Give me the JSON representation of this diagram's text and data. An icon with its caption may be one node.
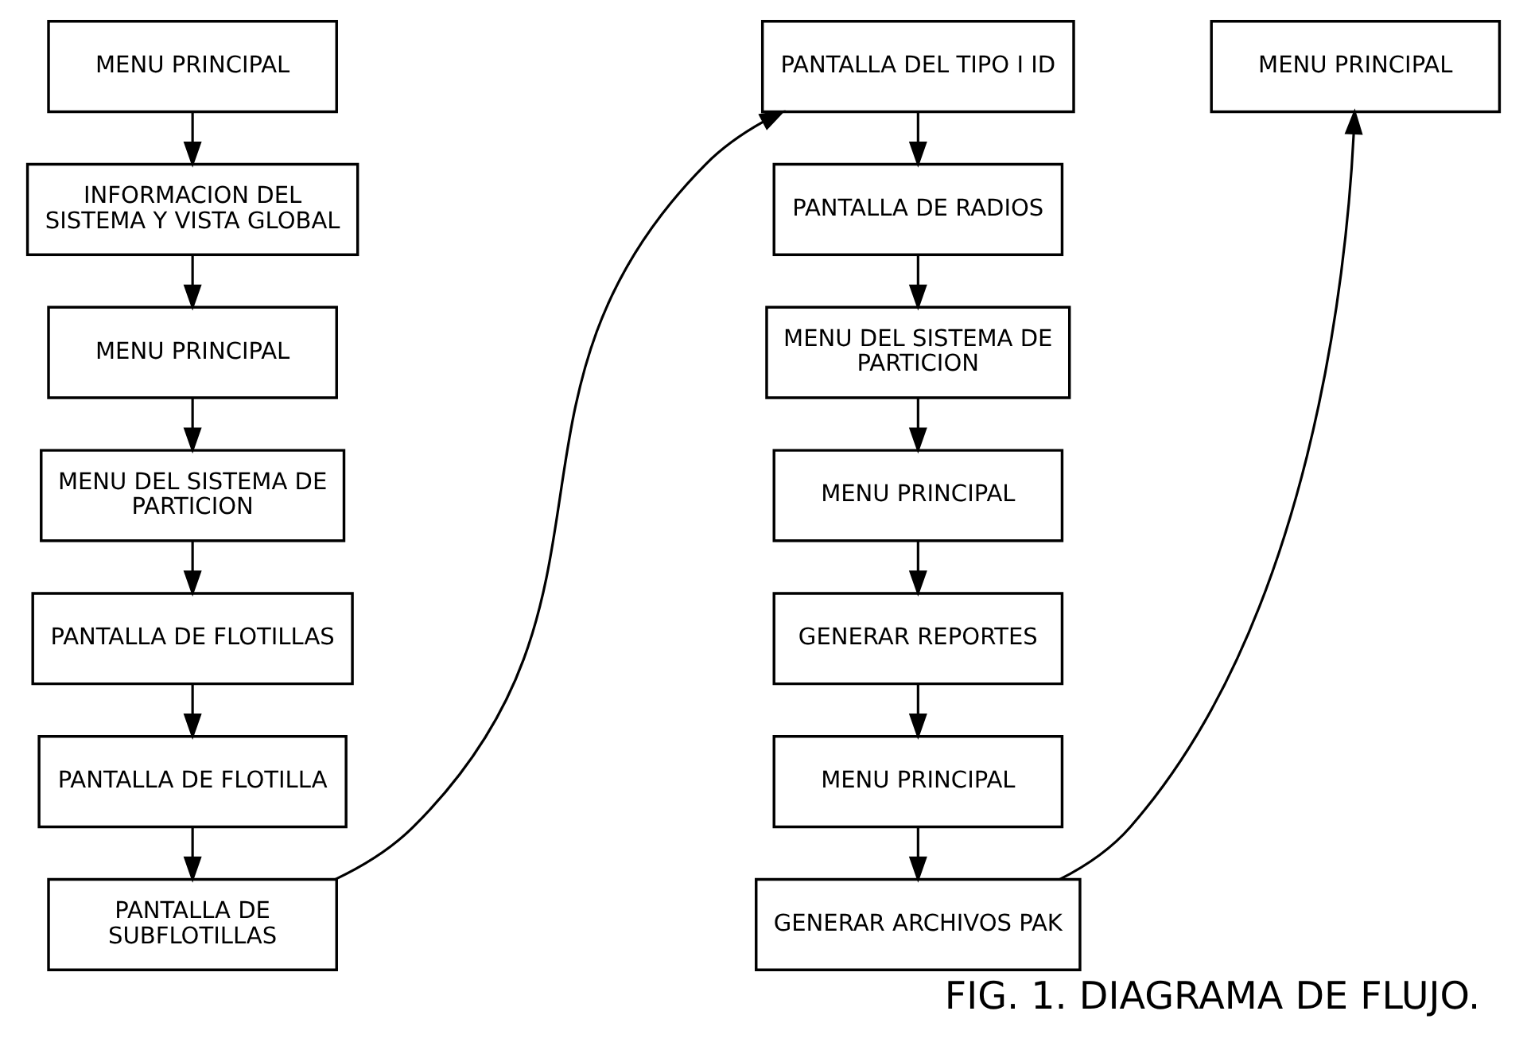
{
  "diagram": {
    "caption": "FIG. 1. DIAGRAMA DE FLUJO.",
    "nodes": [
      {
        "text": [
          "MENU PRINCIPAL"
        ]
      },
      {
        "text": [
          "INFORMACION DEL SISTEMA Y VISTA GLOBAL"
        ]
      },
      {
        "text": [
          "MENU PRINCIPAL"
        ]
      },
      {
        "text": [
          "MENU DEL SISTEMA DE PARTICION"
        ]
      },
      {
        "text": [
          "PANTALLA DE FLOTILLAS"
        ]
      },
      {
        "text": [
          "PANTALLA DE FLOTILLA"
        ]
      },
      {
        "text": [
          "PANTALLA DE SUBFLOTILLAS"
        ]
      },
      {
        "text": [
          "PANTALLA DEL TIPO I ID"
        ]
      },
      {
        "text": [
          "PANTALLA DE RADIOS"
        ]
      },
      {
        "text": [
          "MENU DEL SISTEMA DE PARTICION"
        ]
      },
      {
        "text": [
          "MENU PRINCIPAL"
        ]
      },
      {
        "text": [
          "GENERAR REPORTES"
        ]
      },
      {
        "text": [
          "MENU PRINCIPAL"
        ]
      },
      {
        "text": [
          "GENERAR ARCHIVOS PAK"
        ]
      },
      {
        "text": [
          "MENU PRINCIPAL"
        ]
      }
    ],
    "edges": [
      {
        "from": 0,
        "to": 1,
        "arrow": "to"
      },
      {
        "from": 1,
        "to": 2,
        "arrow": "to"
      },
      {
        "from": 2,
        "to": 3,
        "arrow": "to"
      },
      {
        "from": 3,
        "to": 4,
        "arrow": "to"
      },
      {
        "from": 4,
        "to": 5,
        "arrow": "to"
      },
      {
        "from": 5,
        "to": 6,
        "arrow": "to"
      },
      {
        "from": 6,
        "to": 7,
        "arrow": "to"
      },
      {
        "from": 7,
        "to": 8,
        "arrow": "to"
      },
      {
        "from": 8,
        "to": 9,
        "arrow": "to"
      },
      {
        "from": 9,
        "to": 10,
        "arrow": "to"
      },
      {
        "from": 10,
        "to": 11,
        "arrow": "to"
      },
      {
        "from": 11,
        "to": 12,
        "arrow": "to"
      },
      {
        "from": 12,
        "to": 13,
        "arrow": "to"
      },
      {
        "from": 13,
        "to": 14,
        "arrow": "to"
      }
    ]
  }
}
